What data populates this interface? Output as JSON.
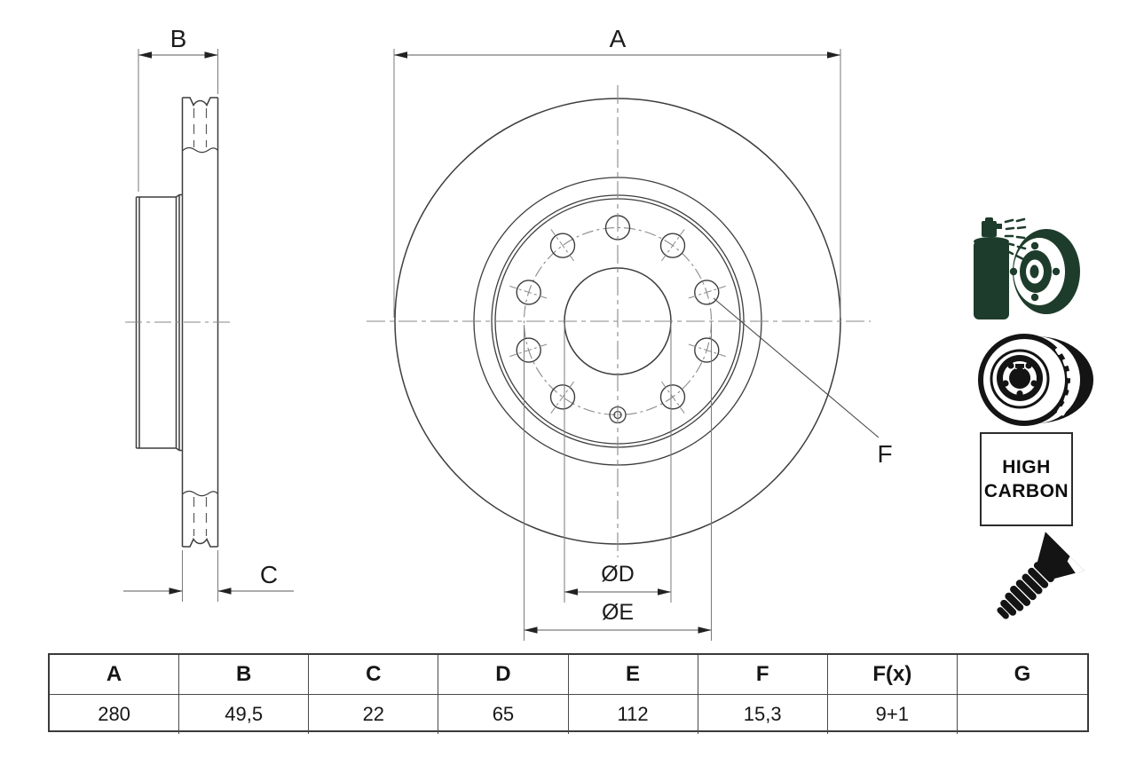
{
  "drawing": {
    "dims": {
      "A": "A",
      "B": "B",
      "C": "C",
      "F": "F",
      "OD": "ØD",
      "OE": "ØE"
    }
  },
  "badge": {
    "line1": "HIGH",
    "line2": "CARBON"
  },
  "table": {
    "headers": [
      "A",
      "B",
      "C",
      "D",
      "E",
      "F",
      "F(x)",
      "G"
    ],
    "values": [
      "280",
      "49,5",
      "22",
      "65",
      "112",
      "15,3",
      "9+1",
      ""
    ]
  },
  "icons": {
    "spray": "spray-coated-disc-icon",
    "vented": "vented-disc-icon",
    "screw": "countersunk-screw-icon"
  },
  "colors": {
    "background": "#ffffff",
    "outline": "#3d3d3d",
    "thin_line": "#7a7a7a",
    "label": "#1c1c1c",
    "icon_green": "#1e3c2b",
    "icon_black": "#141414"
  }
}
